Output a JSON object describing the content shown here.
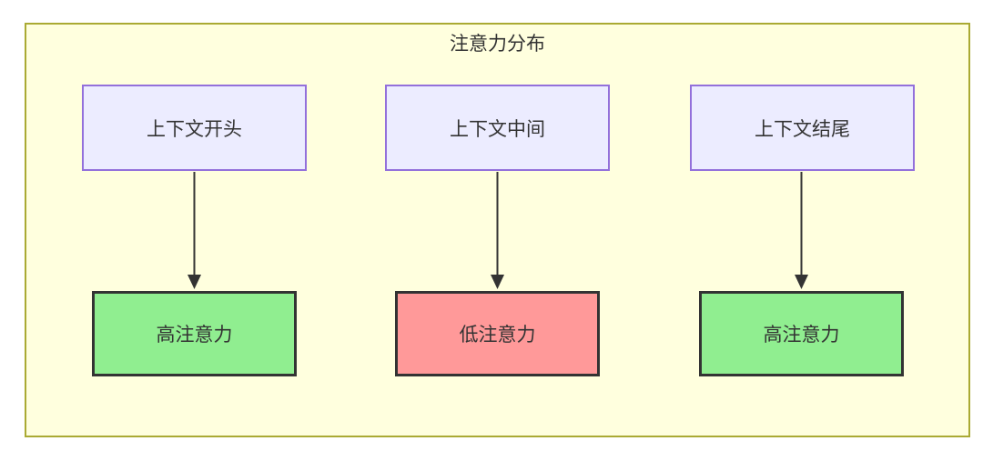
{
  "diagram": {
    "title": "注意力分布",
    "columns": [
      {
        "source": "上下文开头",
        "target": "高注意力",
        "target_type": "high"
      },
      {
        "source": "上下文中间",
        "target": "低注意力",
        "target_type": "low"
      },
      {
        "source": "上下文结尾",
        "target": "高注意力",
        "target_type": "high"
      }
    ],
    "colors": {
      "panel_bg": "#ffffde",
      "panel_border": "#aaaa33",
      "source_bg": "#ECECFF",
      "source_border": "#9370DB",
      "high_bg": "#90EE90",
      "low_bg": "#FF9999",
      "target_border": "#333333",
      "arrow": "#333333",
      "text": "#333333"
    }
  }
}
